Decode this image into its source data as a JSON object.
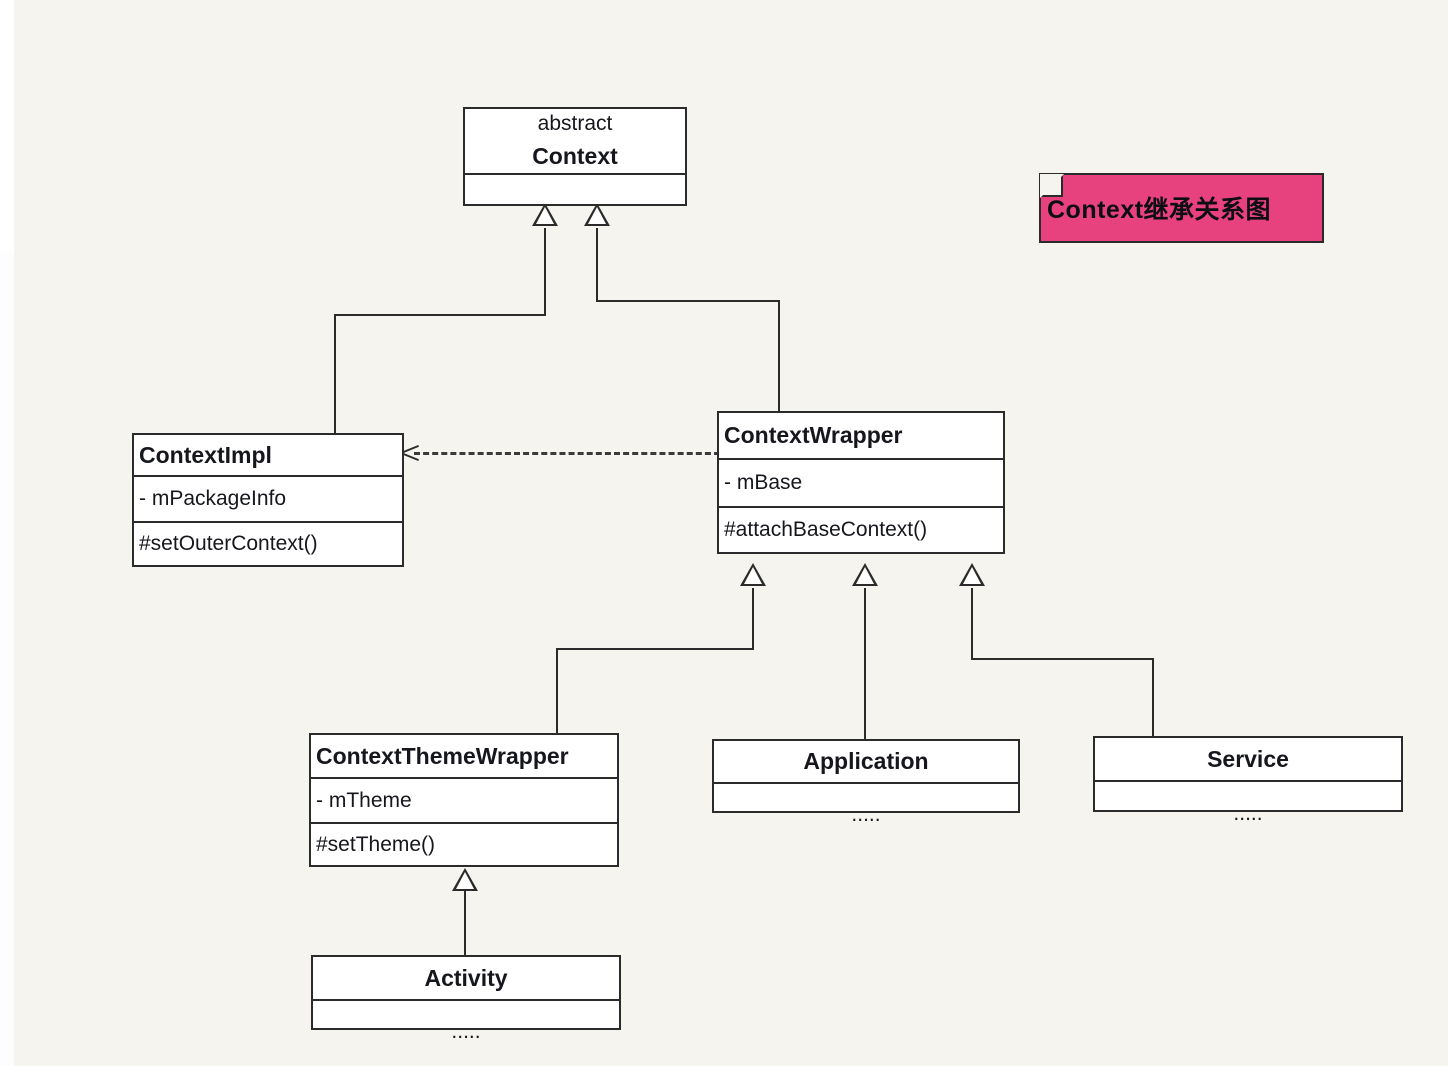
{
  "diagram": {
    "title_note": {
      "text": "Context继承关系图",
      "background_color": "#e8427e",
      "border_color": "#2b2b2b",
      "text_color": "#0d0d14"
    },
    "background_color": "#f6f4ee",
    "line_color": "#2b2b2b",
    "classes": [
      {
        "id": "context",
        "stereotype": "abstract",
        "name": "Context",
        "attributes": [],
        "methods": [],
        "name_align": "center"
      },
      {
        "id": "context-impl",
        "stereotype": "",
        "name": "ContextImpl",
        "attributes": [
          "- mPackageInfo"
        ],
        "methods": [
          "#setOuterContext()"
        ],
        "name_align": "left"
      },
      {
        "id": "context-wrapper",
        "stereotype": "",
        "name": "ContextWrapper",
        "attributes": [
          "- mBase"
        ],
        "methods": [
          "#attachBaseContext()"
        ],
        "name_align": "left"
      },
      {
        "id": "context-theme-wrapper",
        "stereotype": "",
        "name": "ContextThemeWrapper",
        "attributes": [
          "- mTheme"
        ],
        "methods": [
          "#setTheme()"
        ],
        "name_align": "left"
      },
      {
        "id": "application",
        "stereotype": "",
        "name": "Application",
        "attributes": [],
        "methods": [],
        "name_align": "center",
        "clipped_text": "....."
      },
      {
        "id": "service",
        "stereotype": "",
        "name": "Service",
        "attributes": [],
        "methods": [],
        "name_align": "center",
        "clipped_text": "....."
      },
      {
        "id": "activity",
        "stereotype": "",
        "name": "Activity",
        "attributes": [],
        "methods": [],
        "name_align": "center",
        "clipped_text": "....."
      }
    ],
    "relationships": [
      {
        "from": "context-impl",
        "to": "context",
        "type": "generalization"
      },
      {
        "from": "context-wrapper",
        "to": "context",
        "type": "generalization"
      },
      {
        "from": "context-wrapper",
        "to": "context-impl",
        "type": "dependency"
      },
      {
        "from": "context-theme-wrapper",
        "to": "context-wrapper",
        "type": "generalization"
      },
      {
        "from": "application",
        "to": "context-wrapper",
        "type": "generalization"
      },
      {
        "from": "service",
        "to": "context-wrapper",
        "type": "generalization"
      },
      {
        "from": "activity",
        "to": "context-theme-wrapper",
        "type": "generalization"
      }
    ]
  }
}
